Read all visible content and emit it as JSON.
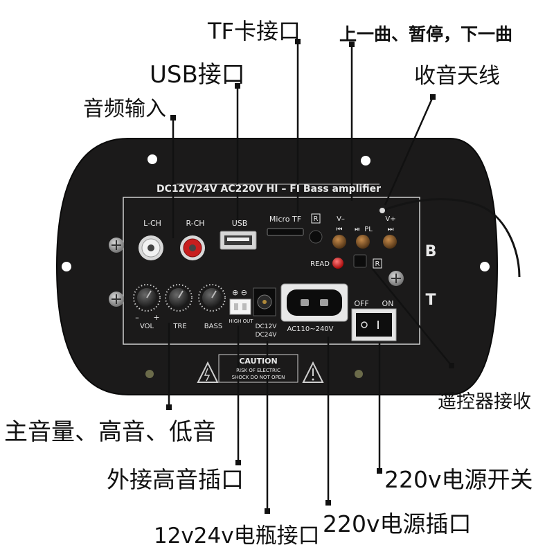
{
  "panel": {
    "banner": "DC12V/24V AC220V HI – FI Bass amplifier",
    "ports": {
      "left_channel": "L-CH",
      "right_channel": "R-CH",
      "usb": "USB",
      "micro_tf": "Micro TF",
      "remote_badge": "R",
      "remote_badge_2": "R",
      "v_minus": "V–",
      "v_plus": "V+",
      "prev_icon": "⏮",
      "play_pause_icon": "⏯",
      "play_label": "PL",
      "next_icon": "⏭",
      "read": "READ",
      "off": "OFF",
      "on": "ON",
      "vol": "VOL",
      "tre": "TRE",
      "bass": "BASS",
      "minus": "–",
      "plus": "+",
      "high_out": "HIGH OUT",
      "polarity": "⊕ ⊖",
      "dc_top": "DC12V",
      "dc_bottom": "DC24V",
      "ac": "AC110~240V",
      "bt_b": "B",
      "bt_t": "T"
    },
    "caution": {
      "title": "CAUTION",
      "line1": "RISK OF ELECTRIC",
      "line2": "SHOCK DO NOT OPEN"
    }
  },
  "callouts": {
    "tf_card": "TF卡接口",
    "usb_port": "USB接口",
    "audio_input": "音频输入",
    "track_control": "上一曲、暂停，下一曲",
    "radio_antenna": "收音天线",
    "remote_receiver": "遥控器接收",
    "tone_controls": "主音量、高音、低音",
    "tweeter_out": "外接高音插口",
    "power_switch": "220v电源开关",
    "battery_port": "12v24v电瓶接口",
    "power_socket": "220v电源插口"
  },
  "colors": {
    "panel": "#1b1a1a",
    "print": "#e9e9e9",
    "led": "#e01a1a",
    "rca_red": "#c81e1e",
    "rca_white": "#f2f2f2"
  }
}
